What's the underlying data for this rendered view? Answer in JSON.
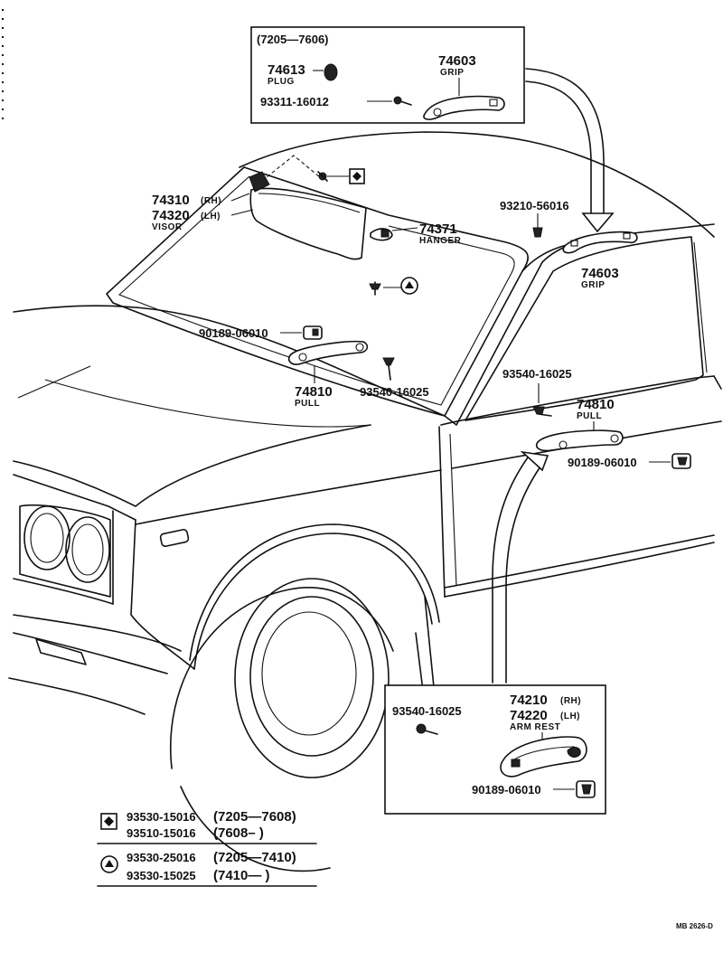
{
  "inset_top": {
    "range": "(7205—7606)",
    "plug_number": "74613",
    "plug_label": "PLUG",
    "grip_number": "74603",
    "grip_label": "GRIP",
    "screw_number": "93311-16012"
  },
  "callouts": {
    "visor_rh": "74310",
    "visor_rh_side": "(RH)",
    "visor_lh": "74320",
    "visor_lh_side": "(LH)",
    "visor_label": "VISOR",
    "hanger_number": "74371",
    "hanger_label": "HANGER",
    "grip_screw": "93210-56016",
    "grip_number": "74603",
    "grip_label": "GRIP",
    "cap_left": "90189-06010",
    "pull_left_number": "74810",
    "pull_left_label": "PULL",
    "screw_left": "93540-16025",
    "screw_right": "93540-16025",
    "pull_right_number": "74810",
    "pull_right_label": "PULL",
    "cap_right": "90189-06010"
  },
  "inset_bottom": {
    "screw_number": "93540-16025",
    "armrest_rh": "74210",
    "armrest_rh_side": "(RH)",
    "armrest_lh": "74220",
    "armrest_lh_side": "(LH)",
    "armrest_label": "ARM REST",
    "cap_number": "90189-06010"
  },
  "legend": {
    "square_row1_part": "93530-15016",
    "square_row1_range": "(7205—7608)",
    "square_row2_part": "93510-15016",
    "square_row2_range": "(7608–     )",
    "circle_row1_part": "93530-25016",
    "circle_row1_range": "(7205—7410)",
    "circle_row2_part": "93530-15025",
    "circle_row2_range": "(7410—      )"
  },
  "figure_code": "MB 2626-D"
}
